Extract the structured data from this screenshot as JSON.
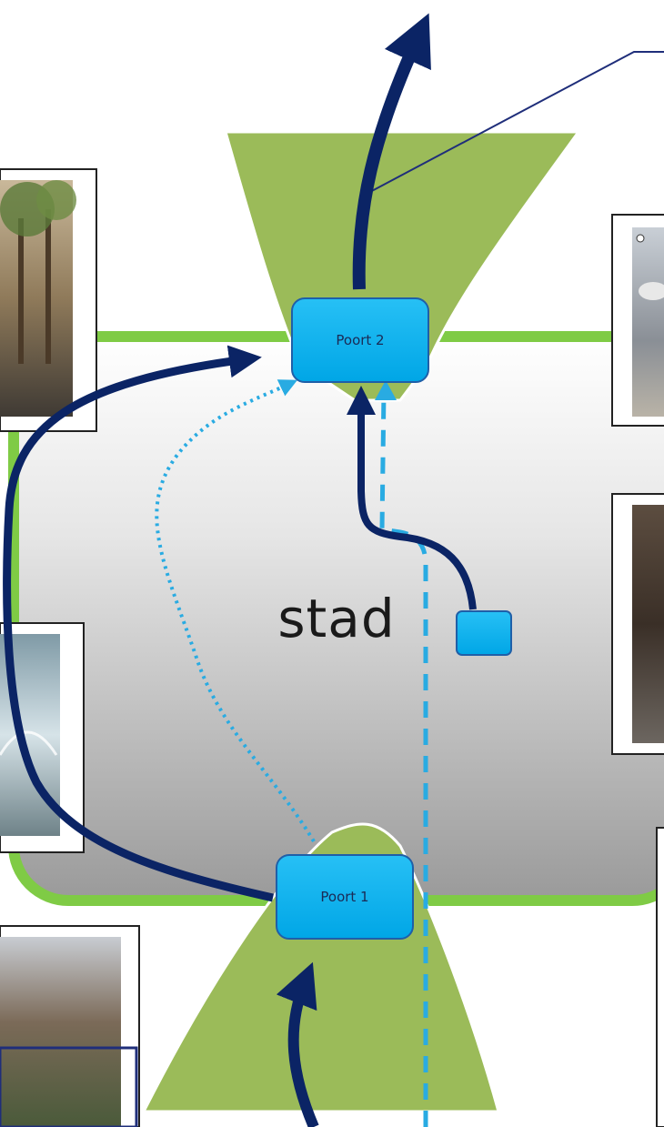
{
  "diagram": {
    "city_label": "stad",
    "gate_top_label": "Poort 2",
    "gate_bottom_label": "Poort 1"
  },
  "colors": {
    "green": "#9bbb59",
    "green_border": "#7fcb45",
    "gate_blue": "#00b0f0",
    "arrow_navy": "#0b2465",
    "dashed_blue": "#29abe2",
    "photo_frame": "#222222"
  }
}
